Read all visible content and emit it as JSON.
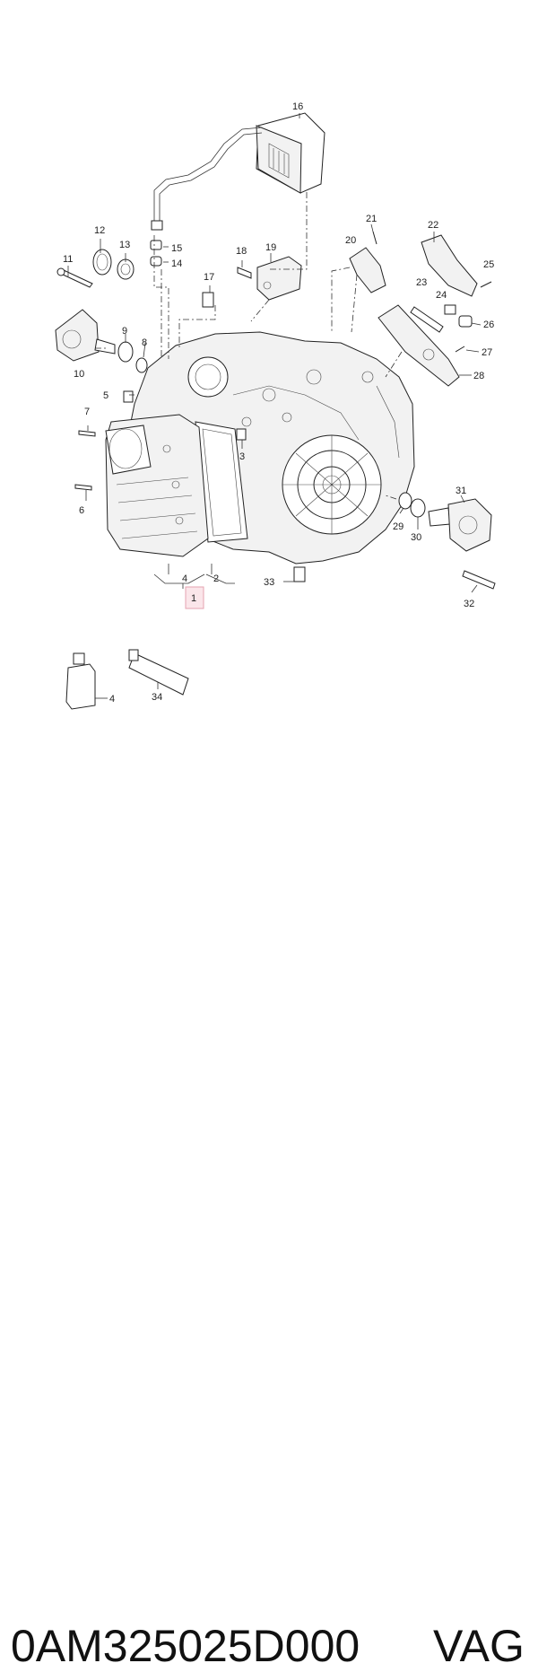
{
  "diagram": {
    "callouts": [
      "1",
      "2",
      "3",
      "4",
      "5",
      "6",
      "7",
      "8",
      "9",
      "10",
      "11",
      "12",
      "13",
      "14",
      "15",
      "16",
      "17",
      "18",
      "19",
      "20",
      "21",
      "22",
      "23",
      "24",
      "25",
      "26",
      "27",
      "28",
      "29",
      "30",
      "31",
      "32",
      "33",
      "34"
    ],
    "lower_callouts": {
      "oil_bottle": "4",
      "tube": "34"
    },
    "highlighted_callout": "1"
  },
  "caption": {
    "part_number": "0AM325025D000",
    "brand": "VAG"
  }
}
